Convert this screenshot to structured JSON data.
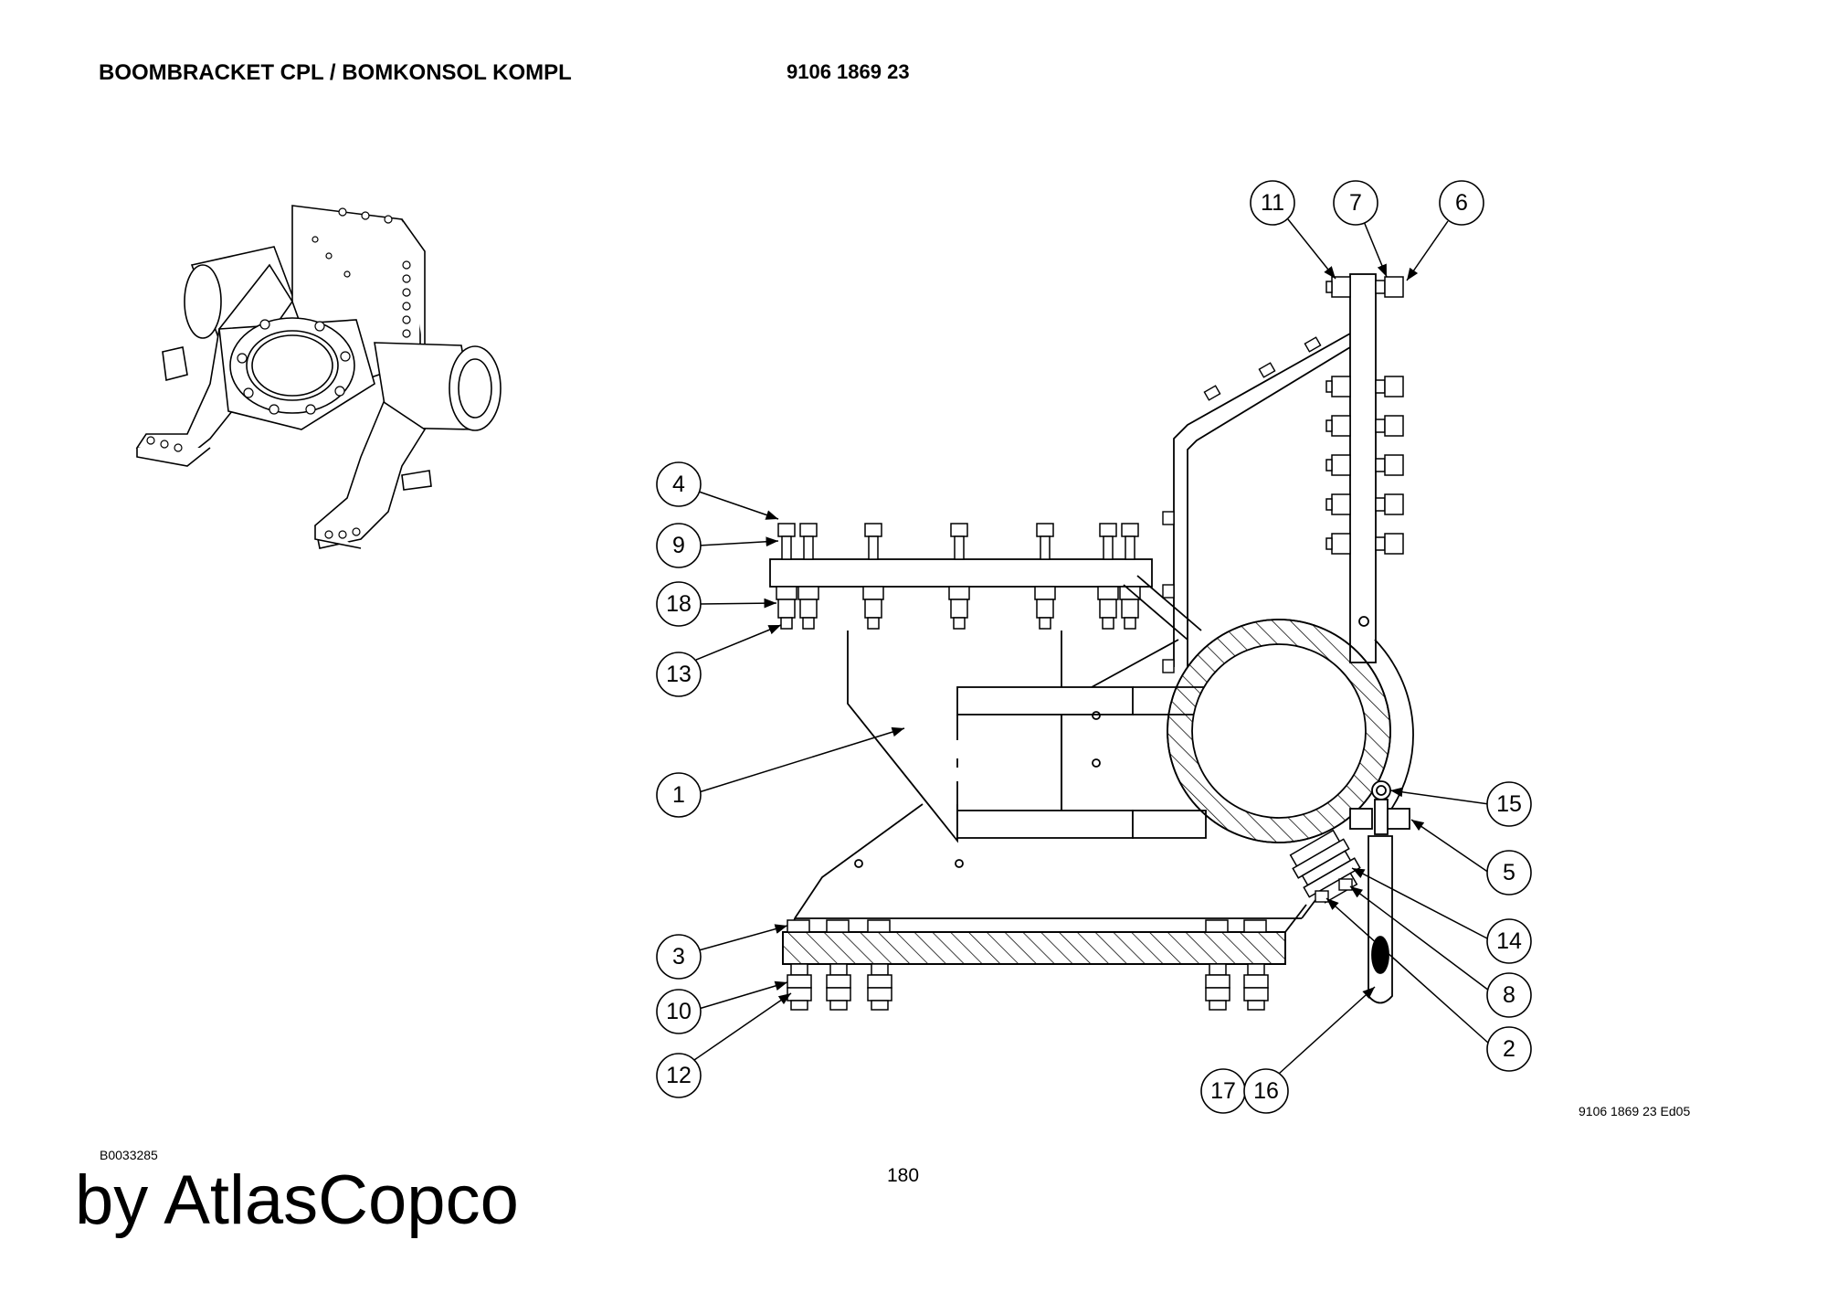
{
  "header": {
    "title": "BOOMBRACKET CPL / BOMKONSOL KOMPL",
    "part_number": "9106 1869 23"
  },
  "footer": {
    "drawing_ref": "9106 1869 23 Ed05",
    "image_code": "B0033285",
    "page_number": "180",
    "brand": "by AtlasCopco"
  },
  "callouts": [
    "1",
    "2",
    "3",
    "4",
    "5",
    "6",
    "7",
    "8",
    "9",
    "10",
    "11",
    "12",
    "13",
    "14",
    "15",
    "16",
    "17",
    "18"
  ]
}
